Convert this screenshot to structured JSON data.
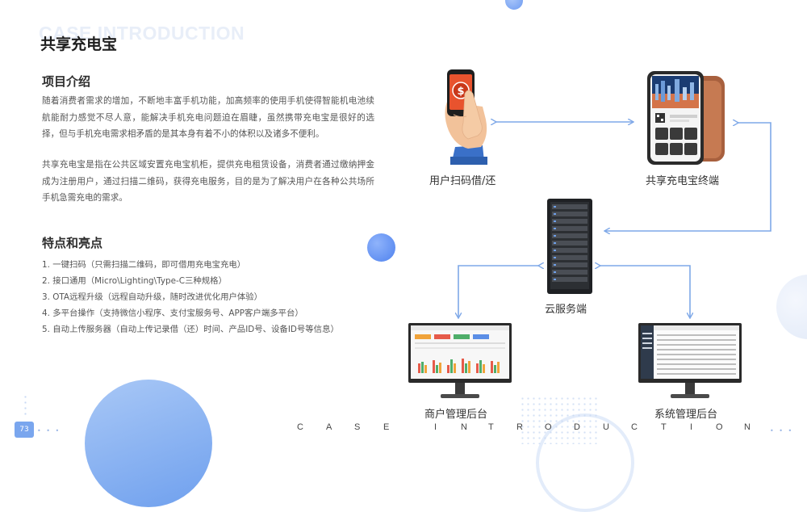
{
  "header": {
    "ghost_title": "CASE INTRODUCTION",
    "title": "共享充电宝"
  },
  "intro": {
    "heading": "项目介绍",
    "paragraph1": "随着消费者需求的增加，不断地丰富手机功能，加高频率的使用手机使得智能机电池续航能耐力感觉不尽人意，能解决手机充电问题迫在眉睫，虽然携带充电宝是很好的选择，但与手机充电需求相矛盾的是其本身有着不小的体积以及诸多不便利。",
    "paragraph2": "共享充电宝是指在公共区域安置充电宝机柜，提供充电租赁设备，消费者通过缴纳押金成为注册用户，通过扫描二维码，获得充电服务，目的是为了解决用户在各种公共场所手机急需充电的需求。"
  },
  "features": {
    "heading": "特点和亮点",
    "items": [
      "1. 一键扫码（只需扫描二维码，即可借用充电宝充电）",
      "2. 接口通用（Micro\\Lighting\\Type-C三种规格）",
      "3. OTA远程升级（远程自动升级，随时改进优化用户体验）",
      "4. 多平台操作（支持微信小程序、支付宝服务号、APP客户端多平台）",
      "5. 自动上传服务器（自动上传记录借（还）时间、产品ID号、设备ID号等信息）"
    ]
  },
  "diagram": {
    "user_label": "用户扫码借/还",
    "terminal_label": "共享充电宝终端",
    "cloud_label": "云服务端",
    "merchant_label": "商户管理后台",
    "system_label": "系统管理后台",
    "phone_symbol": "$"
  },
  "footer": {
    "page_number": "73",
    "letters": [
      "C",
      "A",
      "S",
      "E",
      "I",
      "N",
      "T",
      "R",
      "O",
      "D",
      "U",
      "C",
      "T",
      "I",
      "O",
      "N"
    ]
  },
  "colors": {
    "accent": "#6e9ef0",
    "arrow": "#7ea8e8",
    "circle": "#5b8ef0"
  },
  "icons": [
    "hand-phone-icon",
    "kiosk-icon",
    "server-icon",
    "monitor-icon"
  ]
}
